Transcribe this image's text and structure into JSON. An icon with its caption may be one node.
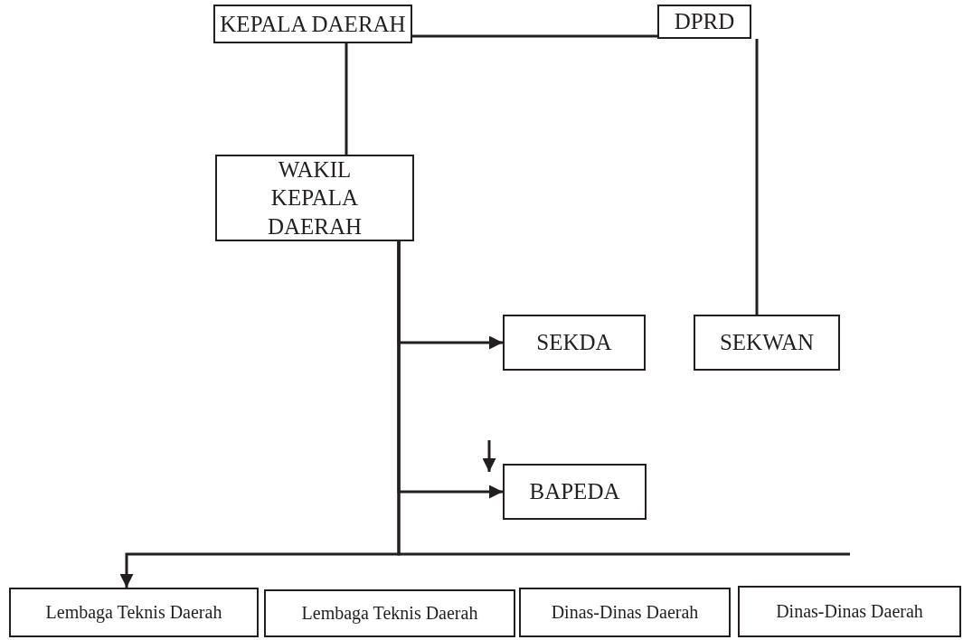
{
  "diagram": {
    "nodes": [
      {
        "text": [
          "KEPALA DAERAH"
        ]
      },
      {
        "text": [
          "DPRD"
        ]
      },
      {
        "text": [
          "WAKIL KEPALA DAERAH"
        ]
      },
      {
        "text": [
          "SEKDA"
        ]
      },
      {
        "text": [
          "SEKWAN"
        ]
      },
      {
        "text": [
          "BAPEDA"
        ]
      },
      {
        "text": [
          "Lembaga Teknis Daerah"
        ]
      },
      {
        "text": [
          "Lembaga Teknis Daerah"
        ]
      },
      {
        "text": [
          "Dinas-Dinas Daerah"
        ]
      },
      {
        "text": [
          "Dinas-Dinas Daerah"
        ]
      }
    ],
    "edges": [
      {
        "from": 0,
        "to": 1,
        "arrow": "none"
      },
      {
        "from": 0,
        "to": 2,
        "arrow": "none"
      },
      {
        "from": 1,
        "to": 4,
        "arrow": "none"
      },
      {
        "from": 2,
        "to": 3,
        "arrow": "to"
      },
      {
        "from": 2,
        "to": 5,
        "arrow": "to"
      },
      {
        "from": 2,
        "to": 6,
        "arrow": "to"
      },
      {
        "from": 2,
        "to": null,
        "arrow": "none"
      },
      {
        "from": null,
        "to": 5,
        "arrow": "to"
      }
    ]
  }
}
